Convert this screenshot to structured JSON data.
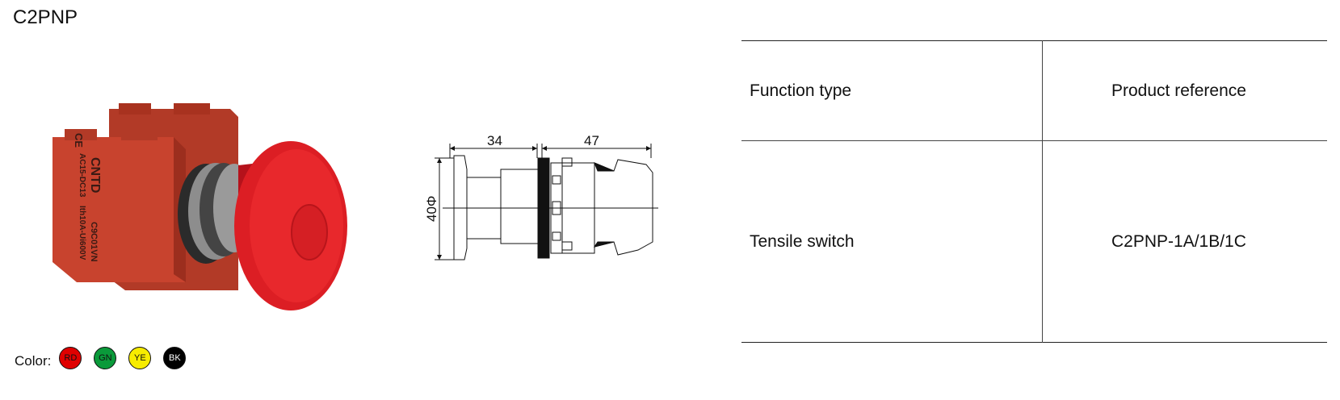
{
  "product": {
    "title": "C2PNP"
  },
  "photo": {
    "housing_brand": "CNTD",
    "housing_model": "C9C01VN",
    "housing_ratings_1": "AC15-DC13",
    "housing_ratings_2": "Ith10A-Ui600V",
    "housing_mark": "CE",
    "accent_color": "#e11f1f",
    "housing_color": "#c8432e"
  },
  "drawing": {
    "dim_left": "34",
    "dim_right": "47",
    "dim_diameter": "40Φ"
  },
  "colors": {
    "label": "Color:",
    "options": [
      {
        "code": "RD",
        "hex": "#e00000"
      },
      {
        "code": "GN",
        "hex": "#0a9a3a"
      },
      {
        "code": "YE",
        "hex": "#f7ec00"
      },
      {
        "code": "BK",
        "hex": "#000000"
      }
    ]
  },
  "table": {
    "headers": [
      "Function type",
      "Product reference"
    ],
    "rows": [
      [
        "Tensile switch",
        "C2PNP-1A/1B/1C"
      ]
    ]
  }
}
